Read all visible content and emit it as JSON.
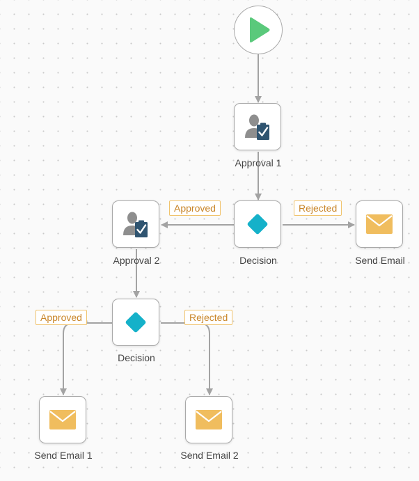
{
  "nodes": {
    "approval1": {
      "label": "Approval 1",
      "icon": "user-approval-icon"
    },
    "decision1": {
      "label": "Decision",
      "icon": "decision-diamond-icon"
    },
    "send_email": {
      "label": "Send Email",
      "icon": "envelope-icon"
    },
    "approval2": {
      "label": "Approval 2",
      "icon": "user-approval-icon"
    },
    "decision2": {
      "label": "Decision",
      "icon": "decision-diamond-icon"
    },
    "send_email1": {
      "label": "Send Email 1",
      "icon": "envelope-icon"
    },
    "send_email2": {
      "label": "Send Email 2",
      "icon": "envelope-icon"
    },
    "start": {
      "icon": "play-icon"
    }
  },
  "edges": {
    "d1_left": "Approved",
    "d1_right": "Rejected",
    "d2_left": "Approved",
    "d2_right": "Rejected"
  },
  "colors": {
    "play": "#5ac97b",
    "diamond": "#15b1c9",
    "envelope": "#f0bd5e",
    "person": "#8e8e8e",
    "clipboard": "#2f5470",
    "connector": "#a3a3a3",
    "tag_border": "#f0c36d",
    "tag_text": "#c9862a"
  }
}
